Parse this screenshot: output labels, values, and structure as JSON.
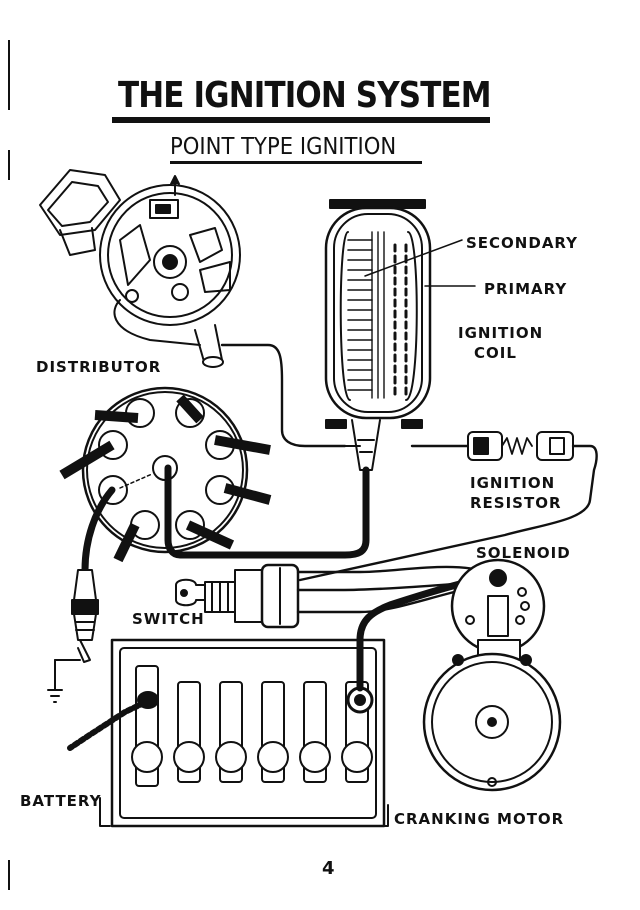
{
  "title": "THE IGNITION SYSTEM",
  "subtitle": "POINT TYPE IGNITION",
  "labels": {
    "secondary": "SECONDARY",
    "primary": "PRIMARY",
    "ignition_coil_line1": "IGNITION",
    "ignition_coil_line2": "COIL",
    "distributor": "DISTRIBUTOR",
    "ignition_resistor_line1": "IGNITION",
    "ignition_resistor_line2": "RESISTOR",
    "solenoid": "SOLENOID",
    "switch": "SWITCH",
    "battery": "BATTERY",
    "cranking_motor": "CRANKING MOTOR"
  },
  "page_number": "4"
}
